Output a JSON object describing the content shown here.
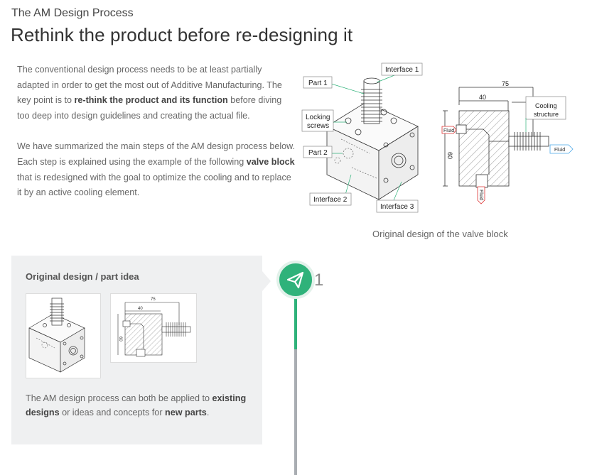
{
  "header": {
    "eyebrow": "The AM Design Process",
    "title": "Rethink the product before re-designing it"
  },
  "intro": {
    "p1_a": "The conventional design process needs to be at least partially adapted in order to get the most out of Additive Manufacturing. The key point is to ",
    "p1_bold": "re-think the product and its function",
    "p1_b": " before diving too deep into design guidelines and creating the actual file.",
    "p2_a": "We have summarized the main steps of the AM design process below. Each step is explained using the example of the following ",
    "p2_bold": "valve block",
    "p2_b": " that is redesigned with the goal to optimize the cooling and to replace it by an active cooling element."
  },
  "figure": {
    "labels": {
      "interface1": "Interface 1",
      "part1": "Part 1",
      "locking1": "Locking",
      "locking2": "screws",
      "part2": "Part 2",
      "interface2": "Interface 2",
      "interface3": "Interface 3",
      "dim75": "75",
      "dim40": "40",
      "dim60": "60",
      "cooling1": "Cooling",
      "cooling2": "structure",
      "fluid": "Fluid"
    },
    "caption": "Original design of the valve block"
  },
  "step1": {
    "number": "1",
    "card_title": "Original design / part idea",
    "text_a": "The AM design process can both be applied to ",
    "text_bold1": "existing designs",
    "text_b": " or ideas and concepts for ",
    "text_bold2": "new parts",
    "text_c": ".",
    "thumb_labels": {
      "dim75": "75",
      "dim40": "40",
      "dim60": "60"
    }
  },
  "colors": {
    "accent": "#2fb27a",
    "card_bg": "#eff0f1",
    "timeline": "#a9adb2"
  },
  "icons": {
    "step": "paper-plane-icon"
  }
}
